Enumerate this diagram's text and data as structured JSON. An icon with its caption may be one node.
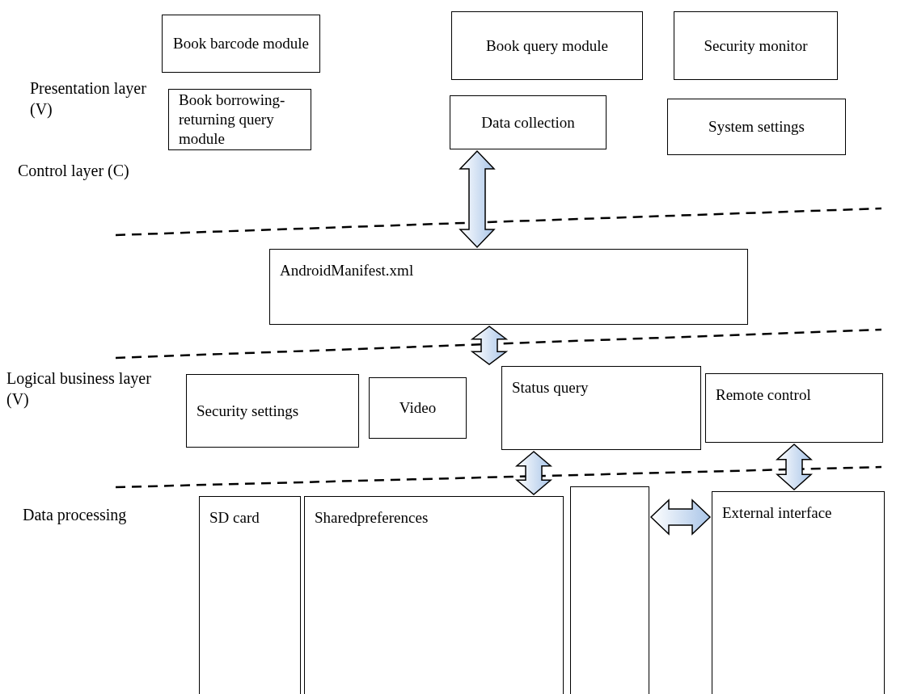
{
  "diagram": {
    "nodes": [
      {
        "text": [
          "Book barcode module"
        ]
      },
      {
        "text": [
          "Book query module"
        ]
      },
      {
        "text": [
          "Security monitor"
        ]
      },
      {
        "text": [
          "Book borrowing-returning query module"
        ]
      },
      {
        "text": [
          "Data collection"
        ]
      },
      {
        "text": [
          "System settings"
        ]
      },
      {
        "text": [
          "AndroidManifest.xml"
        ]
      },
      {
        "text": [
          "Security settings"
        ]
      },
      {
        "text": [
          "Video"
        ]
      },
      {
        "text": [
          "Status query"
        ]
      },
      {
        "text": [
          "Remote control"
        ]
      },
      {
        "text": [
          "SD card"
        ]
      },
      {
        "text": [
          "Sharedpreferences"
        ]
      },
      {
        "text": [],
        "shape": "box"
      },
      {
        "text": [
          "External interface"
        ]
      }
    ],
    "edges": [
      {
        "from": 4,
        "to": 6,
        "arrow": "both"
      },
      {
        "from": 6,
        "to": 9,
        "arrow": "both"
      },
      {
        "from": 9,
        "to": 12,
        "arrow": "both"
      },
      {
        "from": 10,
        "to": 14,
        "arrow": "both"
      },
      {
        "from": 13,
        "to": 14,
        "arrow": "both"
      }
    ],
    "labels": [
      "Presentation layer (V)",
      "Control layer (C)",
      "Logical business layer (V)",
      "Data processing"
    ]
  }
}
